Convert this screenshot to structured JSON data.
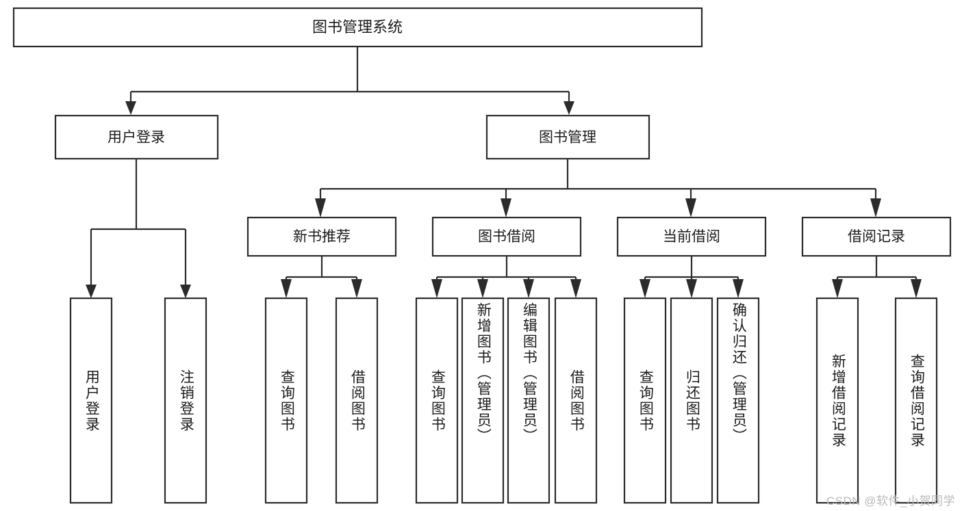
{
  "diagram": {
    "title": "图书管理系统",
    "type": "tree-hierarchy-diagram",
    "watermark": "CSDN @软件_小贺同学",
    "colors": {
      "background": "#ffffff",
      "box_fill": "#ffffff",
      "box_stroke": "#2b2b2b",
      "connector": "#2b2b2b",
      "text": "#1b1b1b",
      "watermark": "#b9b9b9"
    },
    "root": {
      "label": "图书管理系统"
    },
    "level2": [
      {
        "id": "user-login",
        "label": "用户登录"
      },
      {
        "id": "book-management",
        "label": "图书管理"
      }
    ],
    "level3": [
      {
        "id": "new-book-recommend",
        "label": "新书推荐",
        "parent": "book-management"
      },
      {
        "id": "book-borrow",
        "label": "图书借阅",
        "parent": "book-management"
      },
      {
        "id": "current-borrow",
        "label": "当前借阅",
        "parent": "book-management"
      },
      {
        "id": "borrow-record",
        "label": "借阅记录",
        "parent": "book-management"
      }
    ],
    "leaves": [
      {
        "id": "leaf-user-login",
        "label": "用户登录",
        "parent": "user-login"
      },
      {
        "id": "leaf-logout-login",
        "label": "注销登录",
        "parent": "user-login"
      },
      {
        "id": "leaf-query-book-1",
        "label": "查询图书",
        "parent": "new-book-recommend"
      },
      {
        "id": "leaf-borrow-book-1",
        "label": "借阅图书",
        "parent": "new-book-recommend"
      },
      {
        "id": "leaf-query-book-2",
        "label": "查询图书",
        "parent": "book-borrow"
      },
      {
        "id": "leaf-add-book",
        "label": "新增图书（管理员）",
        "parent": "book-borrow"
      },
      {
        "id": "leaf-edit-book",
        "label": "编辑图书（管理员）",
        "parent": "book-borrow"
      },
      {
        "id": "leaf-borrow-book-2",
        "label": "借阅图书",
        "parent": "book-borrow"
      },
      {
        "id": "leaf-query-book-3",
        "label": "查询图书",
        "parent": "current-borrow"
      },
      {
        "id": "leaf-return-book",
        "label": "归还图书",
        "parent": "current-borrow"
      },
      {
        "id": "leaf-confirm-return",
        "label": "确认归还（管理员）",
        "parent": "current-borrow"
      },
      {
        "id": "leaf-add-record",
        "label": "新增借阅记录",
        "parent": "borrow-record"
      },
      {
        "id": "leaf-query-record",
        "label": "查询借阅记录",
        "parent": "borrow-record"
      }
    ]
  }
}
